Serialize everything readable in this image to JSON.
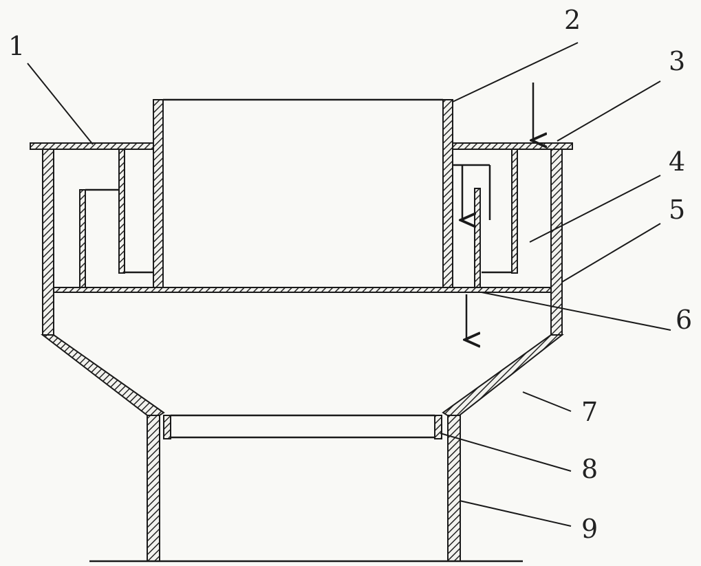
{
  "figure": {
    "labels": [
      "1",
      "2",
      "3",
      "4",
      "5",
      "6",
      "7",
      "8",
      "9"
    ]
  }
}
